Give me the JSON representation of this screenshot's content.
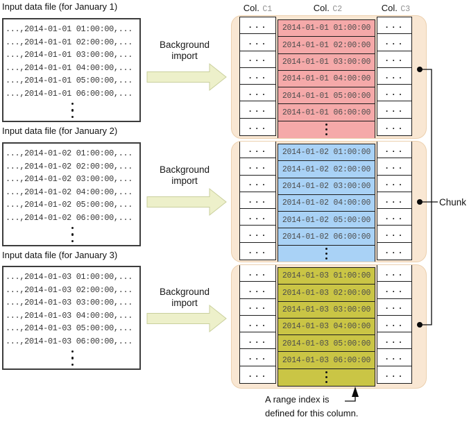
{
  "colors": {
    "chunk1": "#f5a9a9",
    "chunk2": "#a9d2f6",
    "chunk3": "#cac545",
    "peach": "#f9e7d3",
    "peach_border": "#ecd0ae",
    "arrow_fill": "#edf0ca",
    "arrow_border": "#c9cf9c"
  },
  "input_files": [
    {
      "title": "Input data file (for January 1)",
      "lines": [
        "...,2014-01-01 01:00:00,...",
        "...,2014-01-01 02:00:00,...",
        "...,2014-01-01 03:00:00,...",
        "...,2014-01-01 04:00:00,...",
        "...,2014-01-01 05:00:00,...",
        "...,2014-01-01 06:00:00,..."
      ]
    },
    {
      "title": "Input data file (for January 2)",
      "lines": [
        "...,2014-01-02 01:00:00,...",
        "...,2014-01-02 02:00:00,...",
        "...,2014-01-02 03:00:00,...",
        "...,2014-01-02 04:00:00,...",
        "...,2014-01-02 05:00:00,...",
        "...,2014-01-02 06:00:00,..."
      ]
    },
    {
      "title": "Input data file (for January 3)",
      "lines": [
        "...,2014-01-03 01:00:00,...",
        "...,2014-01-03 02:00:00,...",
        "...,2014-01-03 03:00:00,...",
        "...,2014-01-03 04:00:00,...",
        "...,2014-01-03 05:00:00,...",
        "...,2014-01-03 06:00:00,..."
      ]
    }
  ],
  "import_arrow": {
    "line1": "Background",
    "line2": "import"
  },
  "table": {
    "dots": "...",
    "headers": [
      {
        "label": "Col.",
        "code": "C1"
      },
      {
        "label": "Col.",
        "code": "C2"
      },
      {
        "label": "Col.",
        "code": "C3"
      }
    ],
    "chunks": [
      {
        "rows": [
          "2014-01-01 01:00:00",
          "2014-01-01 02:00:00",
          "2014-01-01 03:00:00",
          "2014-01-01 04:00:00",
          "2014-01-01 05:00:00",
          "2014-01-01 06:00:00"
        ]
      },
      {
        "rows": [
          "2014-01-02 01:00:00",
          "2014-01-02 02:00:00",
          "2014-01-02 03:00:00",
          "2014-01-02 04:00:00",
          "2014-01-02 05:00:00",
          "2014-01-02 06:00:00"
        ]
      },
      {
        "rows": [
          "2014-01-03 01:00:00",
          "2014-01-03 02:00:00",
          "2014-01-03 03:00:00",
          "2014-01-03 04:00:00",
          "2014-01-03 05:00:00",
          "2014-01-03 06:00:00"
        ]
      }
    ]
  },
  "chunk_label": "Chunk",
  "annotation": {
    "line1": "A range index is",
    "line2": "defined for this column."
  }
}
